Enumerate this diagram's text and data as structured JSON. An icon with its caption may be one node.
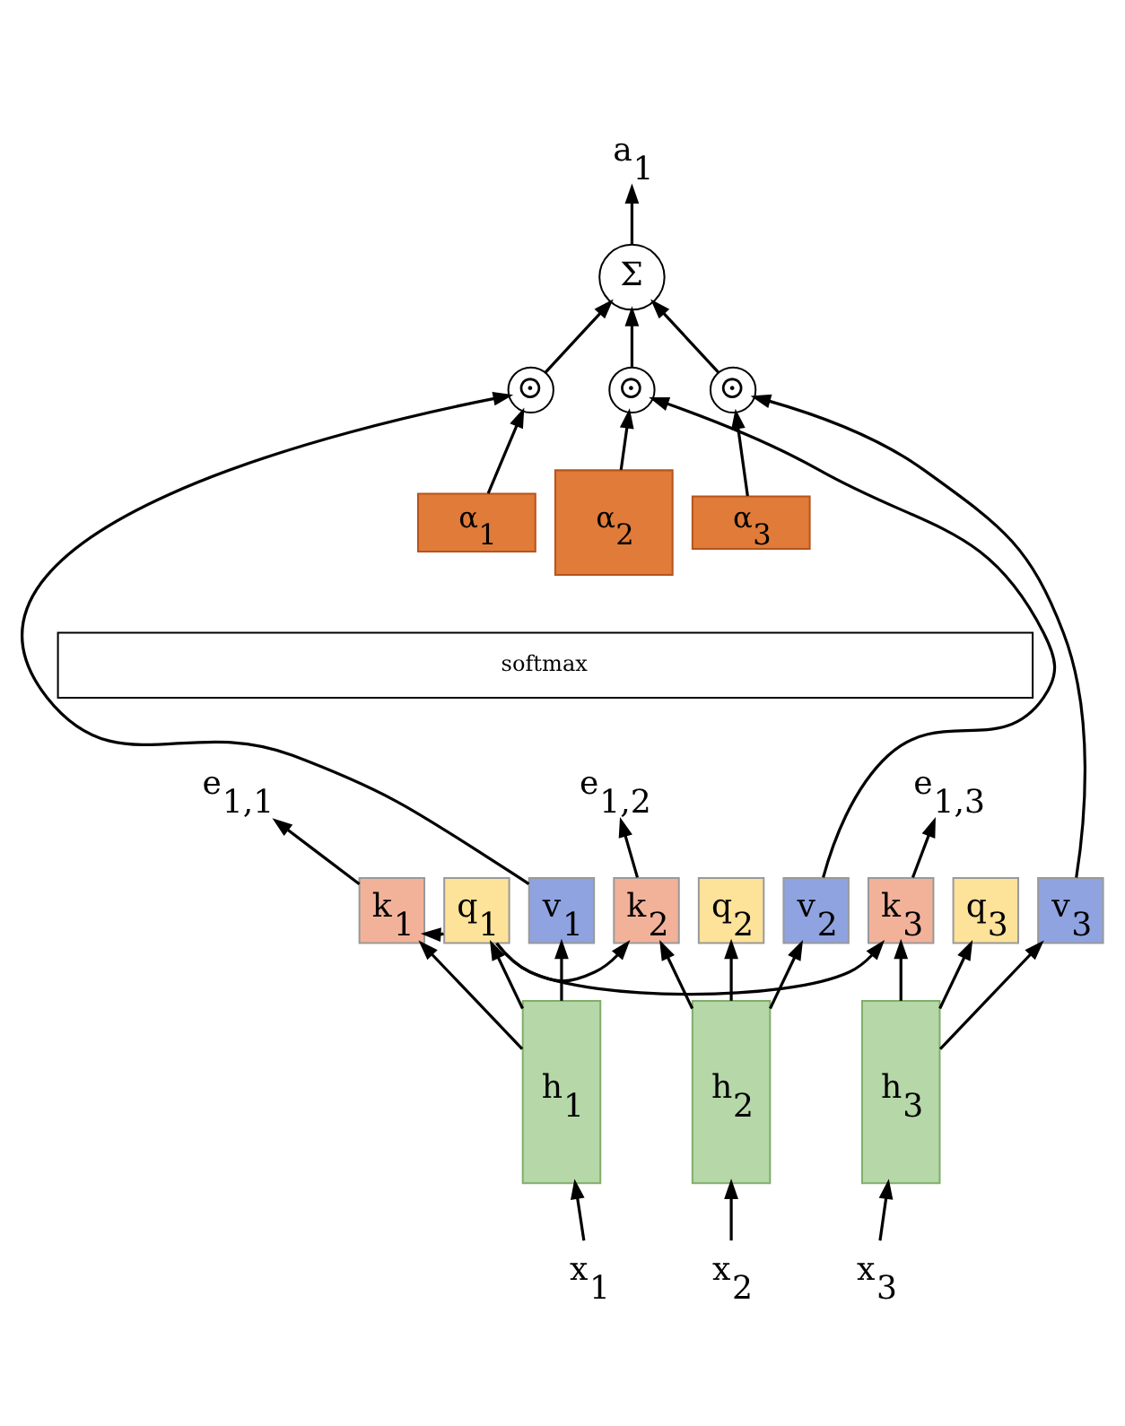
{
  "diagram": {
    "nodes": [
      {
        "text": [
          "a$_{1}$"
        ]
      },
      {
        "text": [
          "Σ"
        ]
      },
      {
        "text": [
          "⊙"
        ]
      },
      {
        "text": [
          "⊙"
        ]
      },
      {
        "text": [
          "⊙"
        ]
      },
      {
        "text": [
          "α$_{1}$"
        ]
      },
      {
        "text": [
          "α$_{2}$"
        ]
      },
      {
        "text": [
          "α$_{3}$"
        ]
      },
      {
        "text": [
          "softmax"
        ]
      },
      {
        "text": [
          "e$_{1,1}$"
        ]
      },
      {
        "text": [
          "e$_{1,2}$"
        ]
      },
      {
        "text": [
          "e$_{1,3}$"
        ]
      },
      {
        "text": [
          "k$_{1}$"
        ]
      },
      {
        "text": [
          "q$_{1}$"
        ]
      },
      {
        "text": [
          "v$_{1}$"
        ]
      },
      {
        "text": [
          "k$_{2}$"
        ]
      },
      {
        "text": [
          "q$_{2}$"
        ]
      },
      {
        "text": [
          "v$_{2}$"
        ]
      },
      {
        "text": [
          "k$_{3}$"
        ]
      },
      {
        "text": [
          "q$_{3}$"
        ]
      },
      {
        "text": [
          "v$_{3}$"
        ]
      },
      {
        "text": [
          "h$_{1}$"
        ]
      },
      {
        "text": [
          "h$_{2}$"
        ]
      },
      {
        "text": [
          "h$_{3}$"
        ]
      },
      {
        "text": [
          "x$_{1}$"
        ]
      },
      {
        "text": [
          "x$_{2}$"
        ]
      },
      {
        "text": [
          "x$_{3}$"
        ]
      }
    ],
    "edges": [
      {
        "from": 24,
        "to": 21,
        "arrow": "to"
      },
      {
        "from": 25,
        "to": 22,
        "arrow": "to"
      },
      {
        "from": 26,
        "to": 23,
        "arrow": "to"
      },
      {
        "from": 21,
        "to": 12,
        "arrow": "to"
      },
      {
        "from": 21,
        "to": 13,
        "arrow": "to"
      },
      {
        "from": 21,
        "to": 14,
        "arrow": "to"
      },
      {
        "from": 22,
        "to": 15,
        "arrow": "to"
      },
      {
        "from": 22,
        "to": 16,
        "arrow": "to"
      },
      {
        "from": 22,
        "to": 17,
        "arrow": "to"
      },
      {
        "from": 23,
        "to": 18,
        "arrow": "to"
      },
      {
        "from": 23,
        "to": 19,
        "arrow": "to"
      },
      {
        "from": 23,
        "to": 20,
        "arrow": "to"
      },
      {
        "from": 13,
        "to": 12,
        "arrow": "to"
      },
      {
        "from": 13,
        "to": 15,
        "arrow": "to"
      },
      {
        "from": 13,
        "to": 18,
        "arrow": "to"
      },
      {
        "from": 12,
        "to": 9,
        "arrow": "to"
      },
      {
        "from": 15,
        "to": 10,
        "arrow": "to"
      },
      {
        "from": 18,
        "to": 11,
        "arrow": "to"
      },
      {
        "from": 14,
        "to": 2,
        "arrow": "to"
      },
      {
        "from": 17,
        "to": 3,
        "arrow": "to"
      },
      {
        "from": 20,
        "to": 4,
        "arrow": "to"
      },
      {
        "from": 5,
        "to": 2,
        "arrow": "to"
      },
      {
        "from": 6,
        "to": 3,
        "arrow": "to"
      },
      {
        "from": 7,
        "to": 4,
        "arrow": "to"
      },
      {
        "from": 2,
        "to": 1,
        "arrow": "to"
      },
      {
        "from": 3,
        "to": 1,
        "arrow": "to"
      },
      {
        "from": 4,
        "to": 1,
        "arrow": "to"
      },
      {
        "from": 1,
        "to": 0,
        "arrow": "to"
      }
    ]
  }
}
